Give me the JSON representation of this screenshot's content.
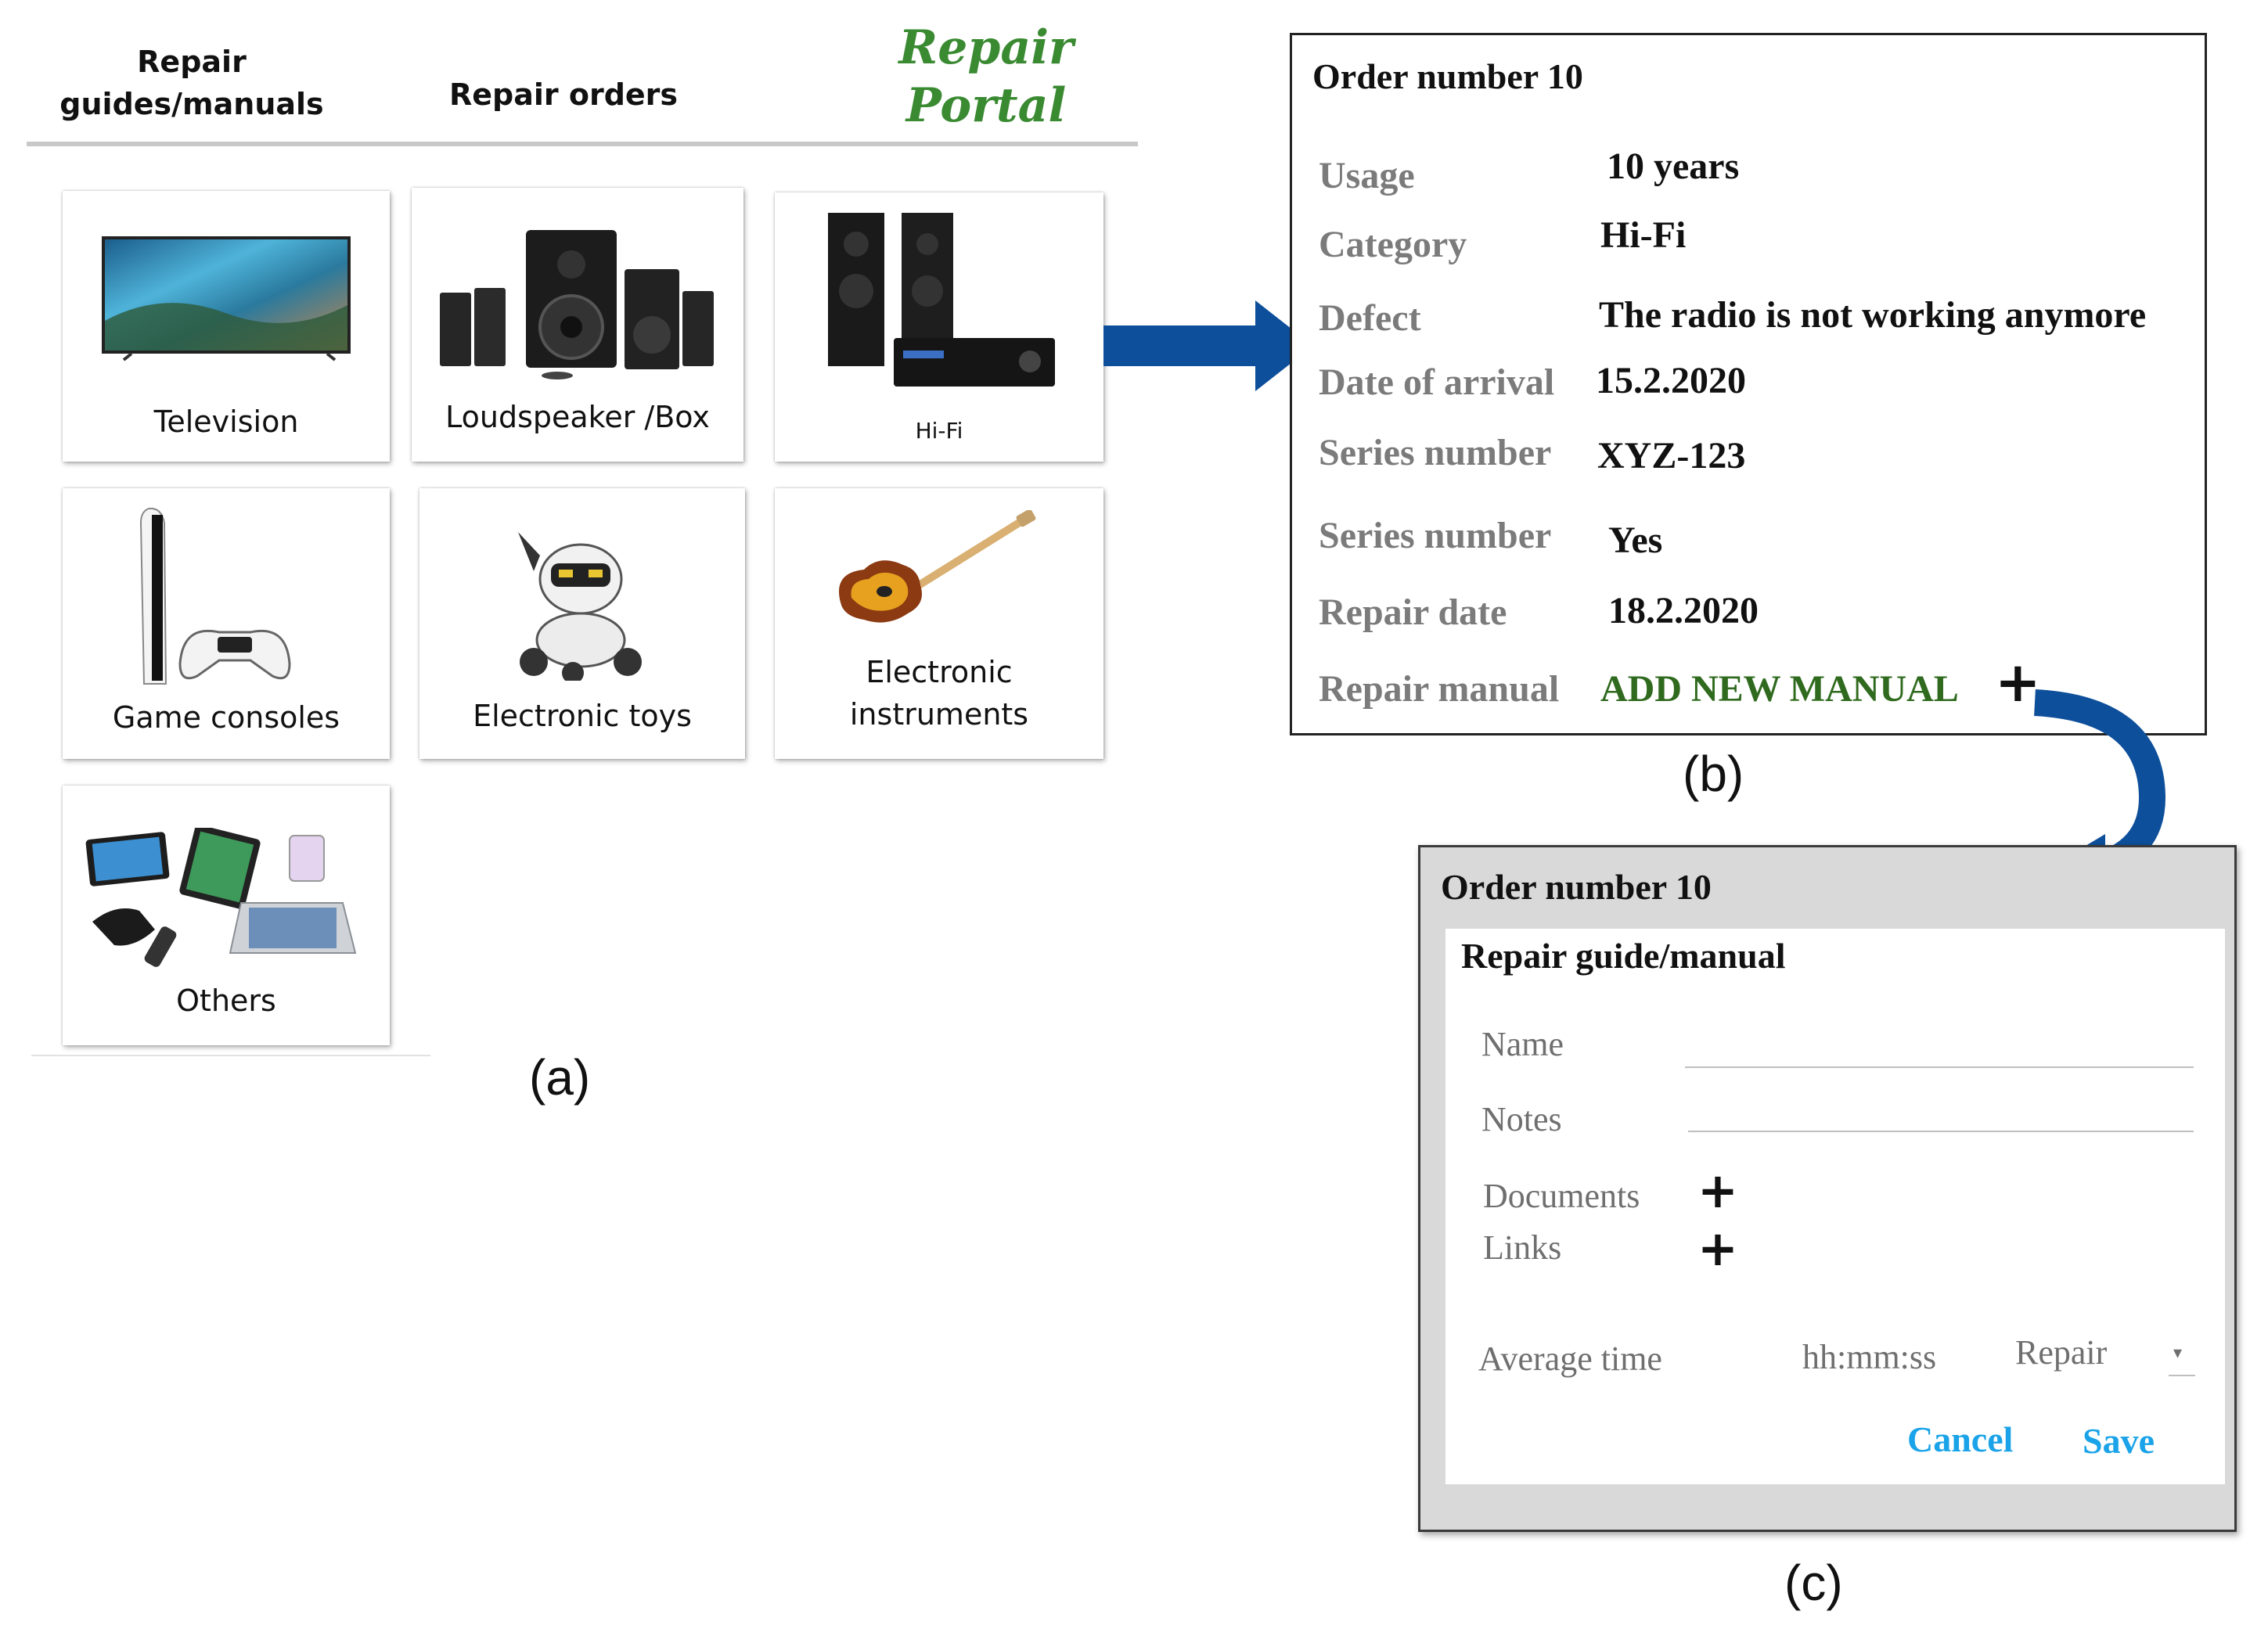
{
  "nav": {
    "guides_line1": "Repair",
    "guides_line2": "guides/manuals",
    "orders": "Repair orders",
    "portal_line1": "Repair",
    "portal_line2": "Portal"
  },
  "categories": [
    {
      "label_line1": "Television",
      "label_line2": ""
    },
    {
      "label_line1": "Loudspeaker /Box",
      "label_line2": ""
    },
    {
      "label_line1": "Hi-Fi",
      "label_line2": ""
    },
    {
      "label_line1": "Game consoles",
      "label_line2": ""
    },
    {
      "label_line1": "Electronic toys",
      "label_line2": ""
    },
    {
      "label_line1": "Electronic",
      "label_line2": "instruments"
    },
    {
      "label_line1": "Others",
      "label_line2": ""
    }
  ],
  "captions": {
    "a": "(a)",
    "b": "(b)",
    "c": "(c)"
  },
  "order": {
    "title": "Order number 10",
    "fields": [
      {
        "label": "Usage",
        "value": "10 years"
      },
      {
        "label": "Category",
        "value": "Hi-Fi"
      },
      {
        "label": "Defect",
        "value": "The radio is not working anymore"
      },
      {
        "label": "Date of arrival",
        "value": "15.2.2020"
      },
      {
        "label": "Series number",
        "value": "XYZ-123"
      },
      {
        "label": "Series number",
        "value": "Yes"
      },
      {
        "label": "Repair date",
        "value": "18.2.2020"
      }
    ],
    "manual_label": "Repair manual",
    "add_manual": "ADD NEW MANUAL",
    "plus": "+"
  },
  "dialog": {
    "title": "Order number 10",
    "subtitle": "Repair guide/manual",
    "name_label": "Name",
    "notes_label": "Notes",
    "documents_label": "Documents",
    "links_label": "Links",
    "avg_time_label": "Average time",
    "time_placeholder": "hh:mm:ss",
    "type_value": "Repair",
    "dropdown_arrow": "▾",
    "plus": "+",
    "cancel": "Cancel",
    "save": "Save"
  },
  "colors": {
    "portal_green": "#3a8a32",
    "manual_green": "#2f6a1e",
    "arrow_blue": "#0d4f9a",
    "button_blue": "#1aa3e8",
    "label_gray": "#7b7b7b"
  }
}
